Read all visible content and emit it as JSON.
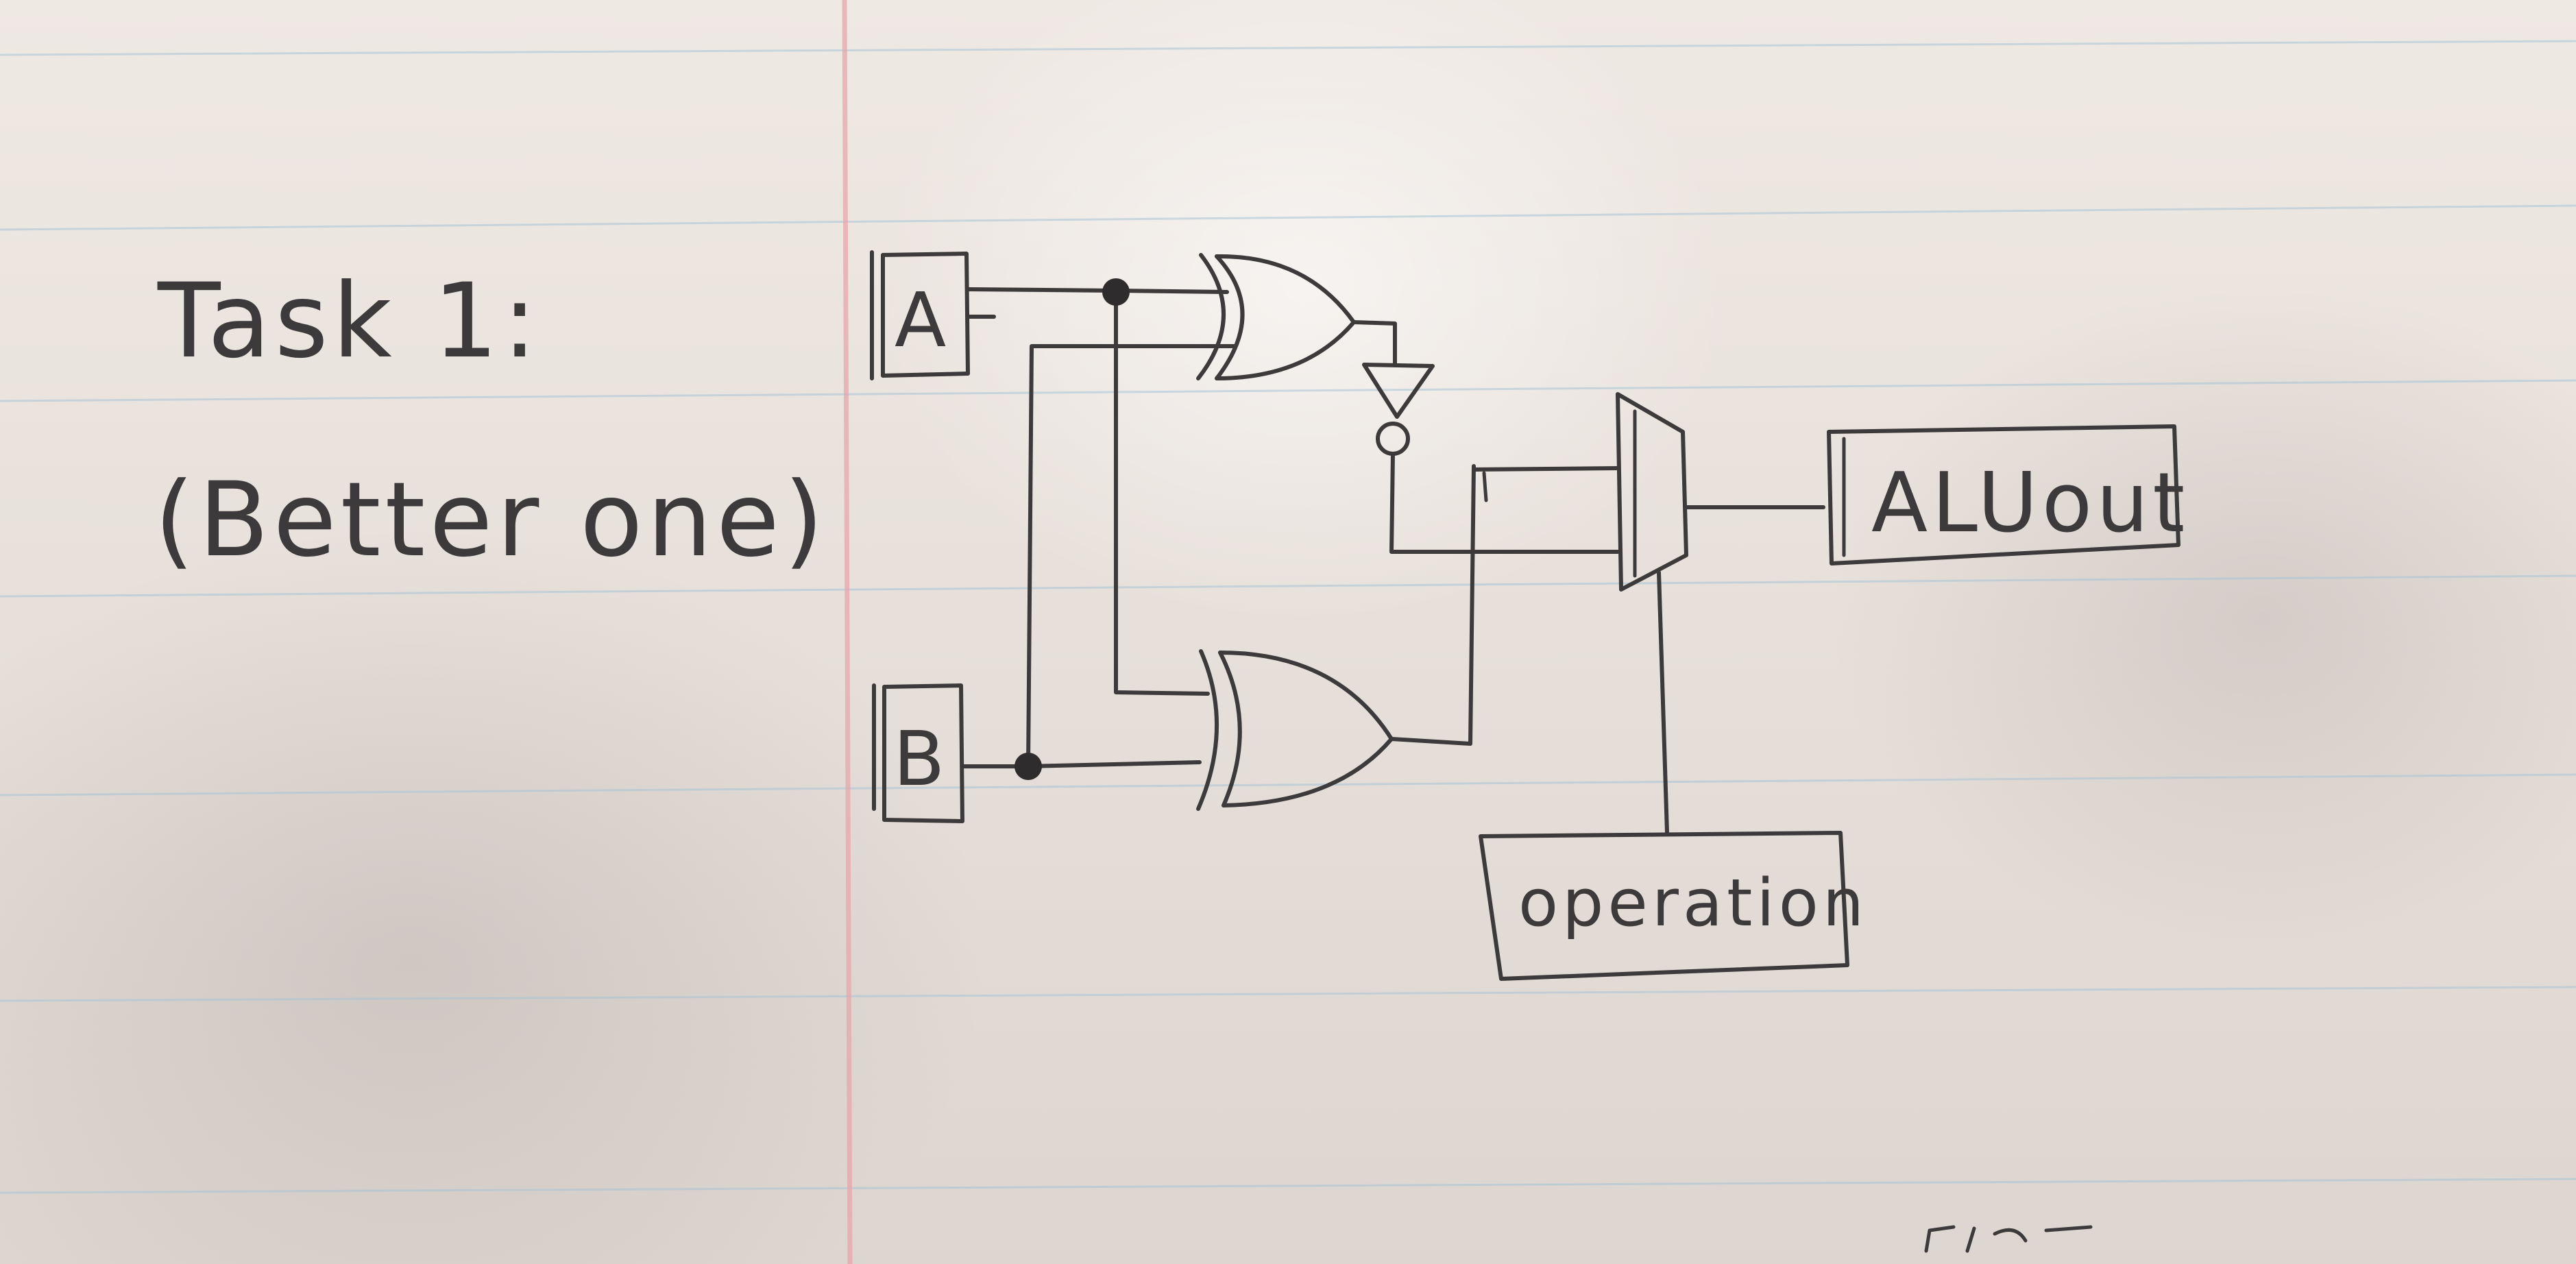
{
  "heading": {
    "title": "Task 1:",
    "subtitle": "(Better one)"
  },
  "diagram": {
    "inputs": {
      "a": "A",
      "b": "B"
    },
    "output": "ALUout",
    "control": "operation"
  }
}
